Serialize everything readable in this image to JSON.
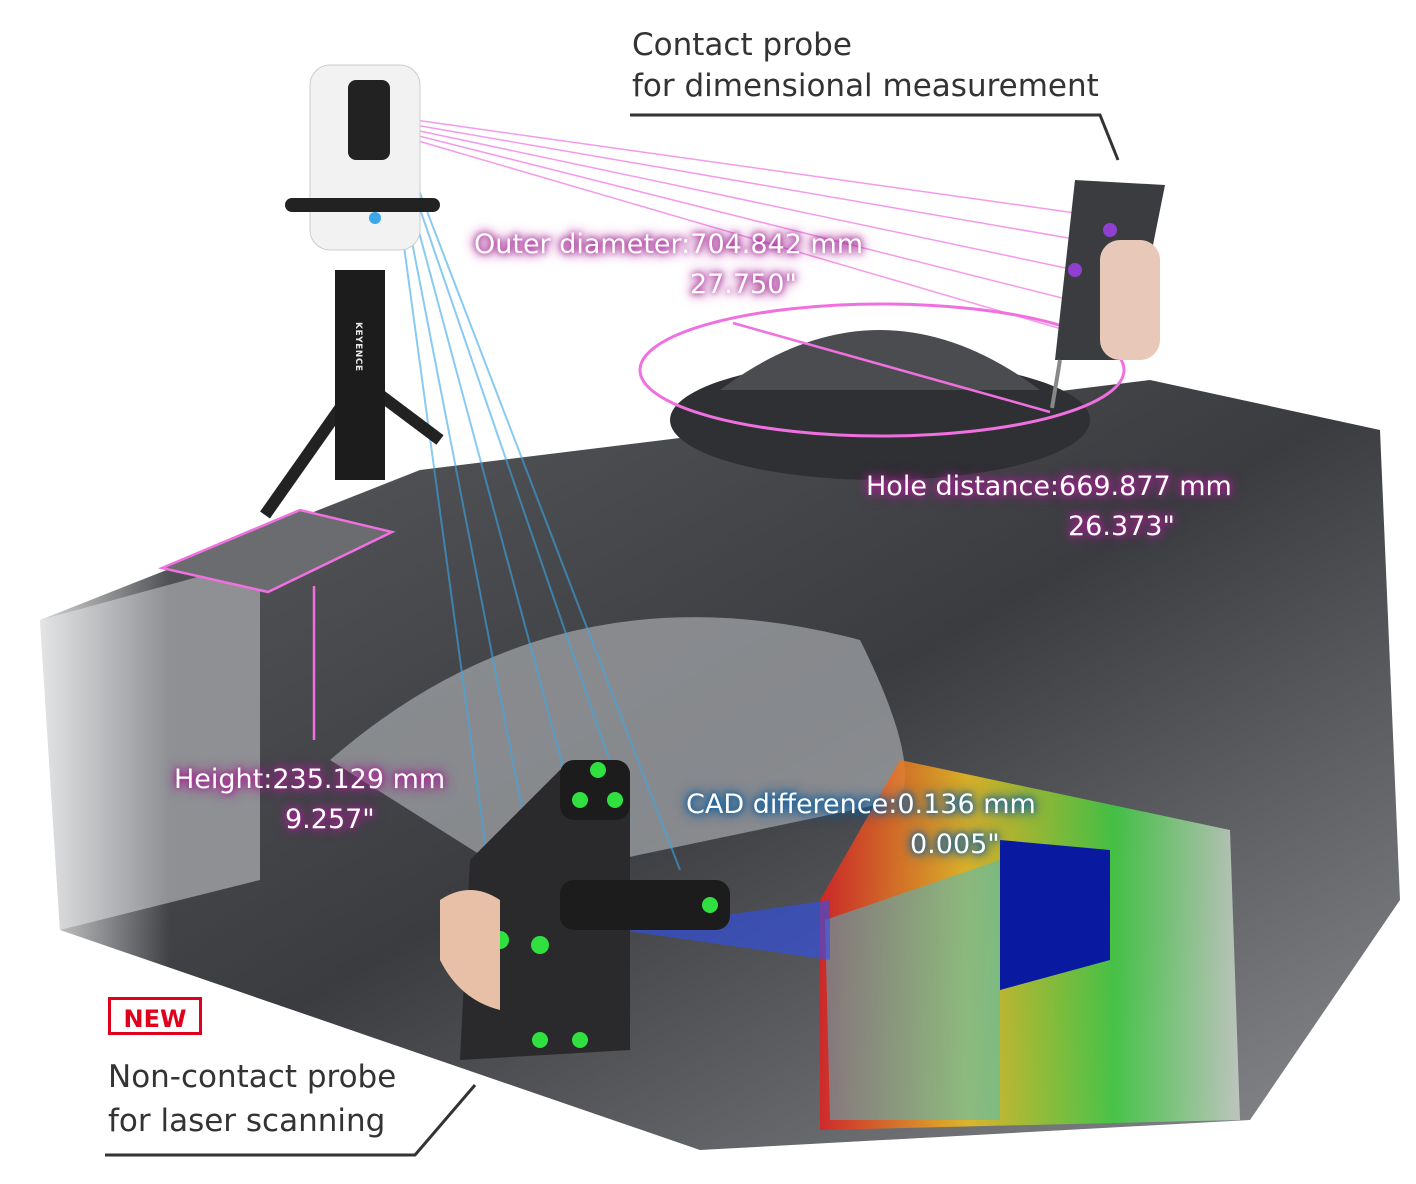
{
  "callouts": {
    "contact_probe": {
      "line1": "Contact probe",
      "line2": "for dimensional measurement"
    },
    "noncontact_probe": {
      "badge": "NEW",
      "line1": "Non-contact probe",
      "line2": "for laser scanning"
    }
  },
  "measurements": {
    "outer_diameter": {
      "label": "Outer diameter:704.842 mm",
      "inch": "27.750\""
    },
    "hole_distance": {
      "label": "Hole distance:669.877 mm",
      "inch": "26.373\""
    },
    "height": {
      "label": "Height:235.129 mm",
      "inch": "9.257\""
    },
    "cad_difference": {
      "label": "CAD difference:0.136 mm",
      "inch": "0.005\""
    }
  },
  "brand": "KEYENCE",
  "colors": {
    "measure_pink": "#e040d0",
    "laser_blue": "#3aa8e8",
    "badge_red": "#e0001b"
  }
}
